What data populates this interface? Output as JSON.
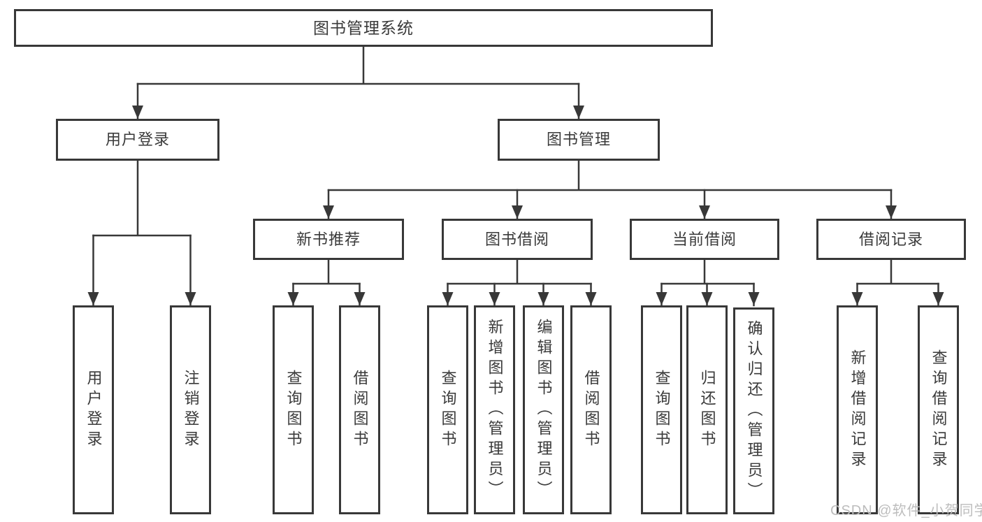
{
  "nodes": {
    "root": {
      "label": "图书管理系统"
    },
    "level2": [
      {
        "label": "用户登录"
      },
      {
        "label": "图书管理"
      }
    ],
    "level3": [
      {
        "label": "新书推荐"
      },
      {
        "label": "图书借阅"
      },
      {
        "label": "当前借阅"
      },
      {
        "label": "借阅记录"
      }
    ],
    "leaves": [
      {
        "label": "用户登录"
      },
      {
        "label": "注销登录"
      },
      {
        "label": "查询图书"
      },
      {
        "label": "借阅图书"
      },
      {
        "label": "查询图书"
      },
      {
        "label": "新增图书（管理员）"
      },
      {
        "label": "编辑图书（管理员）"
      },
      {
        "label": "借阅图书"
      },
      {
        "label": "查询图书"
      },
      {
        "label": "归还图书"
      },
      {
        "label": "确认归还（管理员）"
      },
      {
        "label": "新增借阅记录"
      },
      {
        "label": "查询借阅记录"
      }
    ]
  },
  "watermark": {
    "text": "CSDN @软件_小贺同学"
  },
  "colors": {
    "line": "#383838",
    "text": "#3a3a3a",
    "box_background": "#ffffff",
    "page_background": "#ffffff",
    "watermark": "#bdbdbd"
  }
}
